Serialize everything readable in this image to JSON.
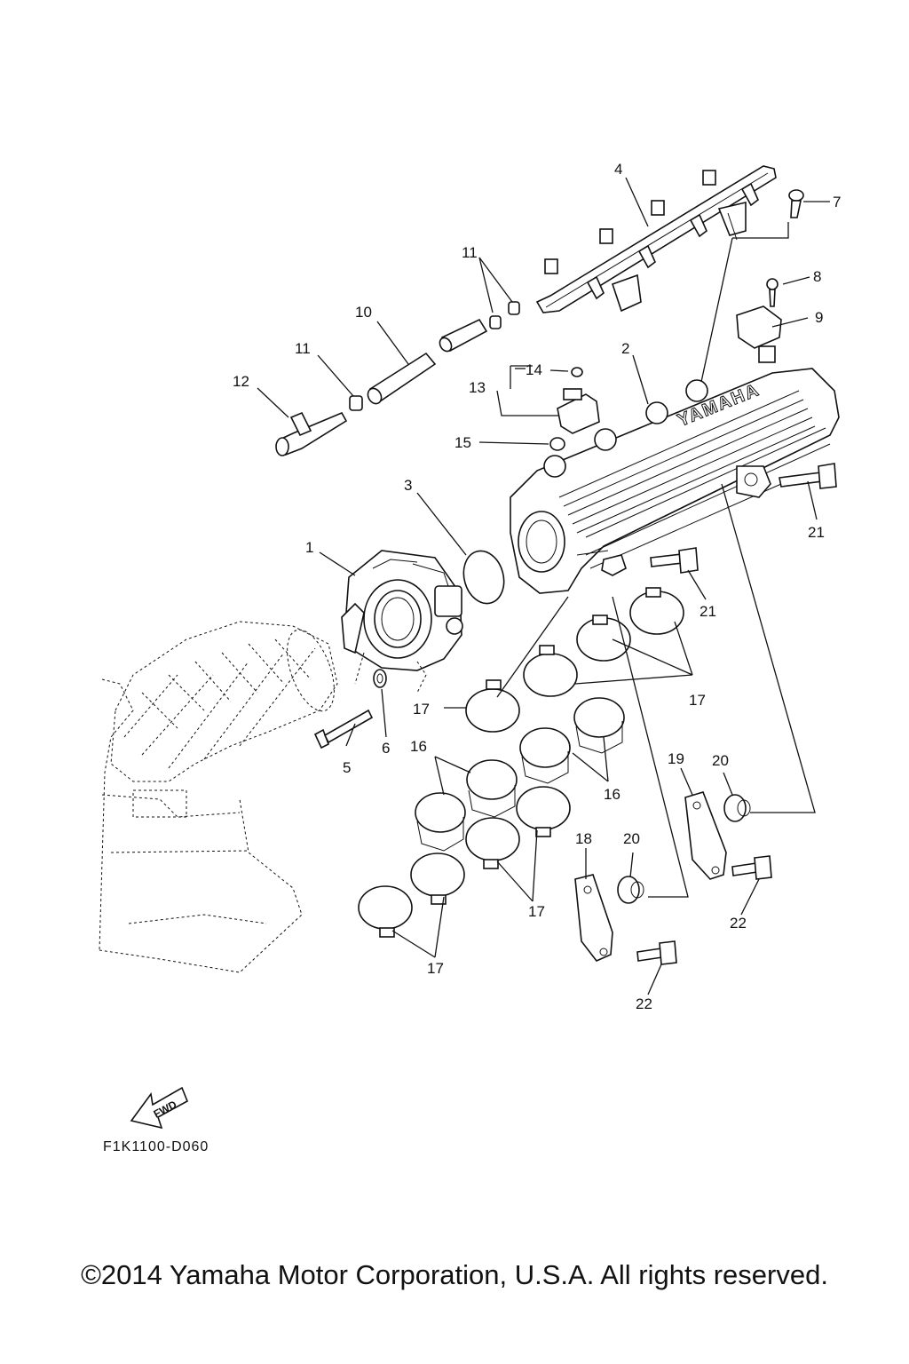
{
  "callouts": [
    "1",
    "2",
    "3",
    "4",
    "5",
    "6",
    "7",
    "8",
    "9",
    "10",
    "11",
    "12",
    "13",
    "14",
    "15",
    "16",
    "17",
    "18",
    "19",
    "20",
    "21",
    "22"
  ],
  "brand_text": "YAMAHA",
  "fwd_label": "FWD",
  "drawing_code": "F1K1100-D060",
  "copyright": "©2014 Yamaha Motor Corporation, U.S.A. All rights reserved."
}
